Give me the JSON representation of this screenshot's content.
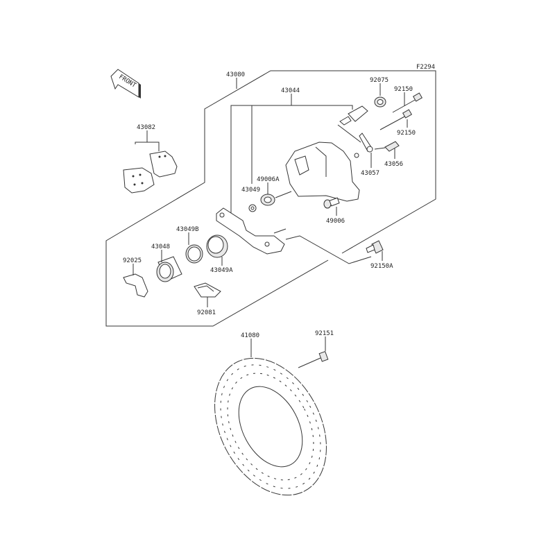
{
  "diagram": {
    "figure_code": "F2294",
    "front_label": "FRONT",
    "parts": {
      "caliper_assy": "43080",
      "caliper_body": "43044",
      "boot": "92075",
      "pin_upper": "92150",
      "pin_lower": "92150",
      "bleed_valve": "43056",
      "cap": "43057",
      "seal_a": "49006A",
      "washer": "43049",
      "seal": "49006",
      "pads": "43082",
      "piston_seal_b": "43049B",
      "piston": "43048",
      "spring": "92025",
      "dust_seal_a": "43049A",
      "plate": "92081",
      "pin_a": "92150A",
      "disc": "41080",
      "disc_bolt": "92151"
    }
  }
}
